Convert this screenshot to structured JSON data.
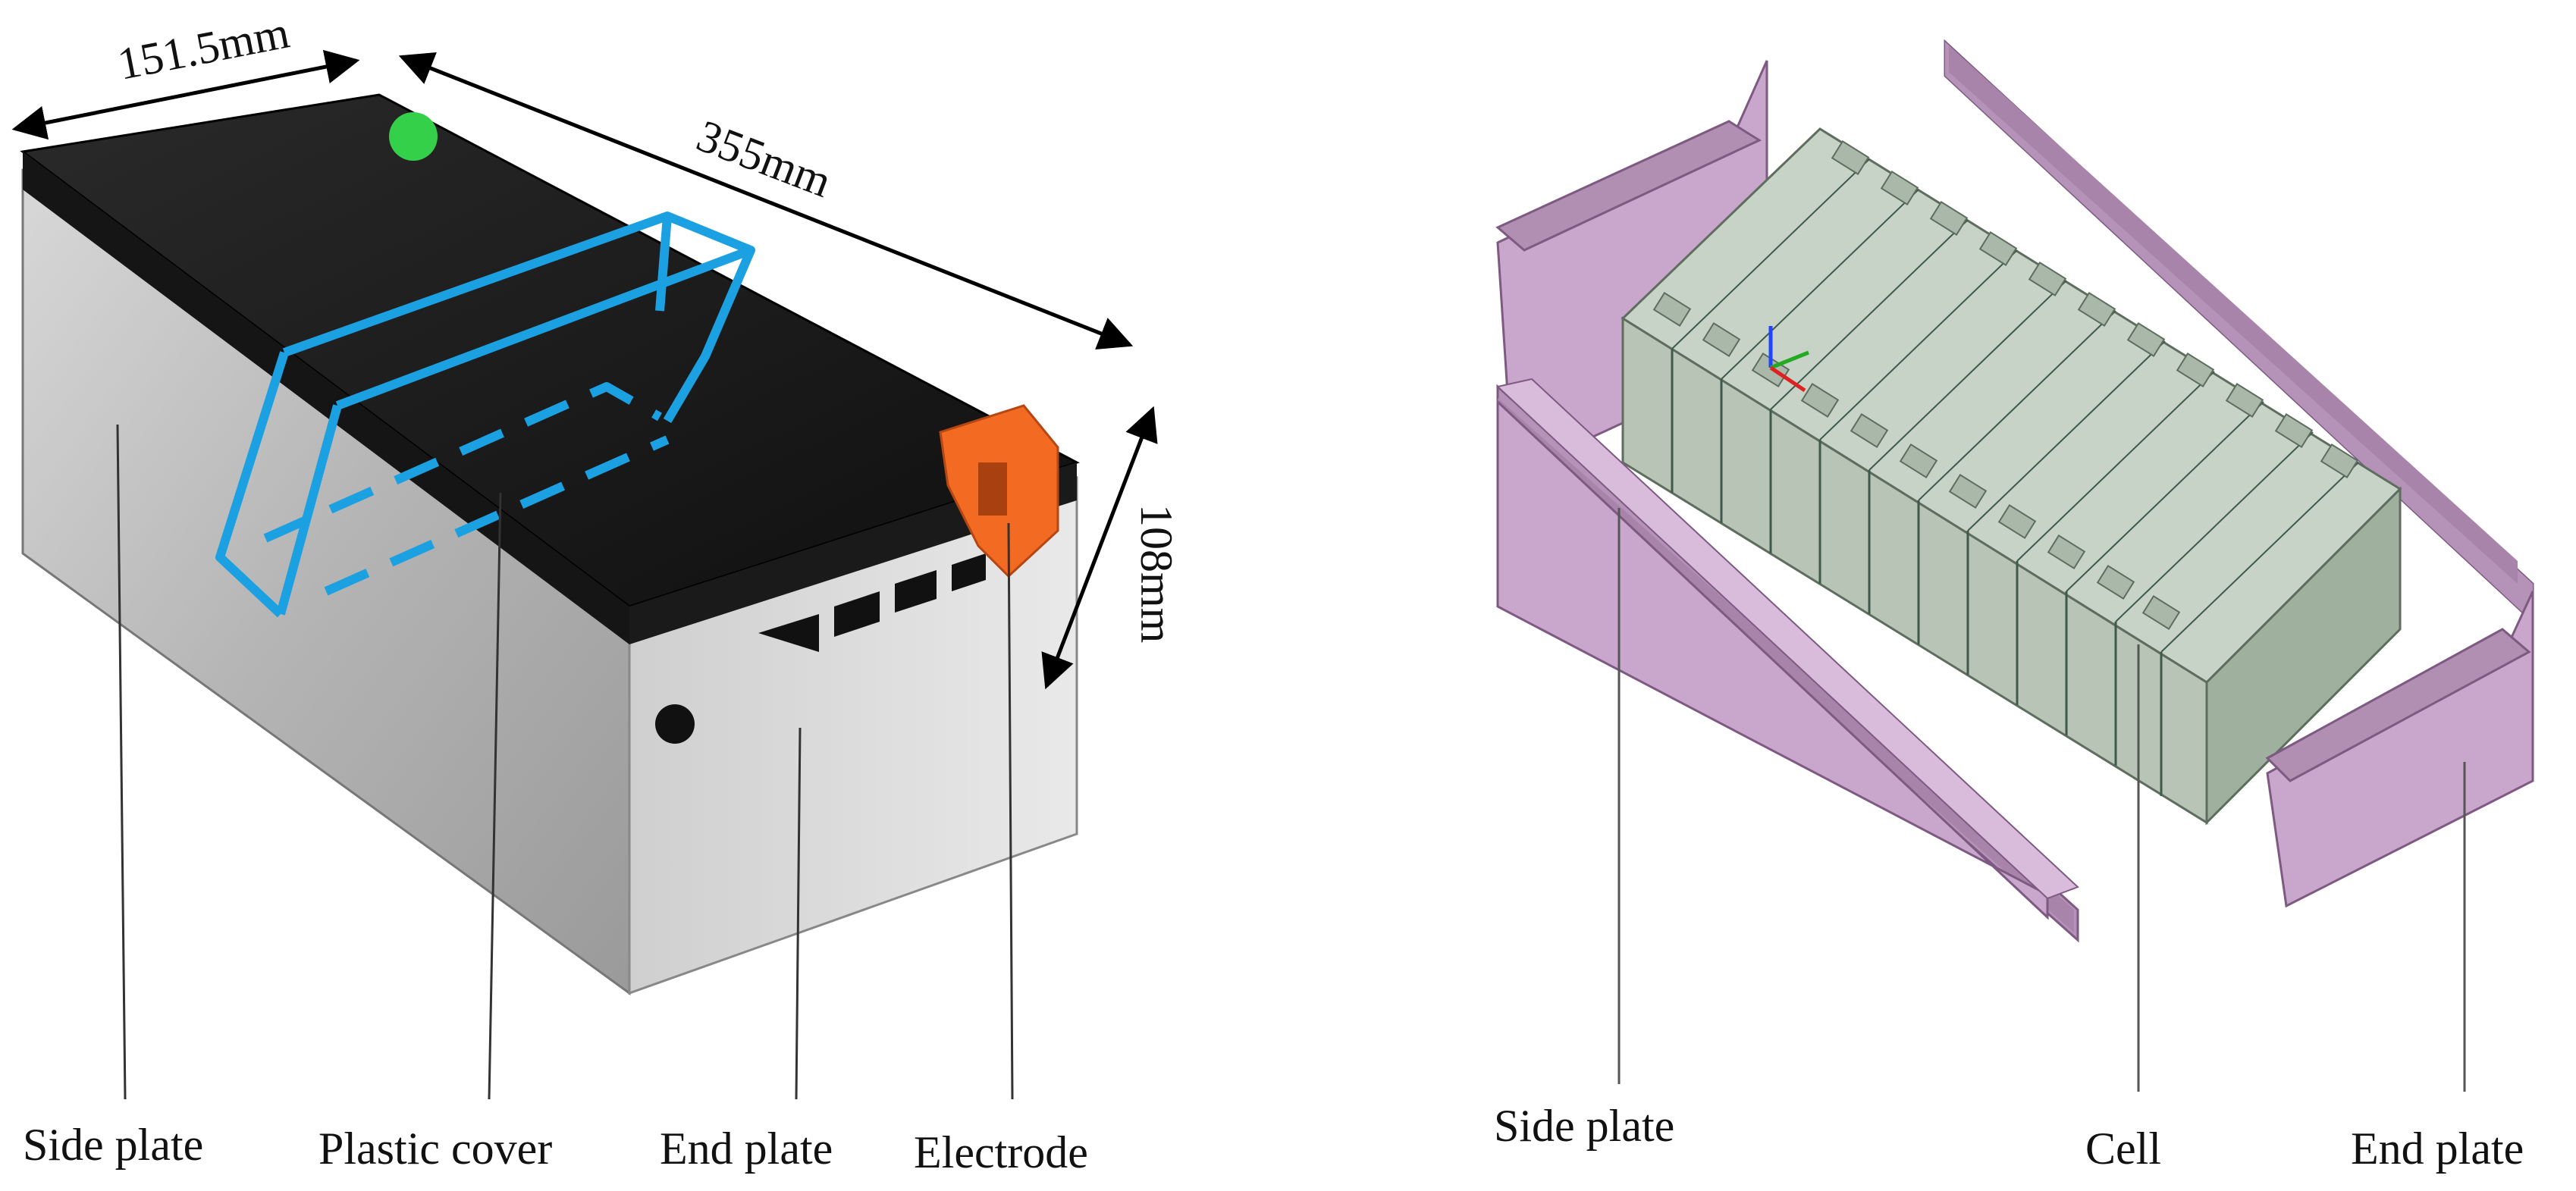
{
  "left_panel": {
    "dimensions": {
      "width": "151.5mm",
      "length": "355mm",
      "height": "108mm"
    },
    "labels": {
      "side_plate": "Side plate",
      "plastic_cover": "Plastic cover",
      "end_plate": "End plate",
      "electrode": "Electrode"
    }
  },
  "right_panel": {
    "labels": {
      "side_plate": "Side plate",
      "cell": "Cell",
      "end_plate": "End plate"
    },
    "cell_count": 12
  },
  "colors": {
    "plate_purple": "#c9a6cc",
    "plate_purple_dark": "#a884ab",
    "cell_green": "#b7c4b6",
    "cell_green_dark": "#8fa08f",
    "highlight_blue": "#1ba1e2",
    "electrode_orange": "#f36a22",
    "cover_black": "#1c1c1c",
    "metal_gray": "#bdbdbd"
  }
}
